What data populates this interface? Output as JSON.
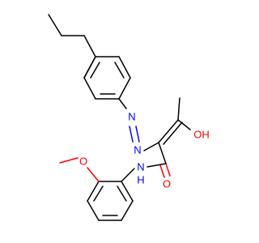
{
  "molecule": {
    "atoms": {
      "azo_n1": {
        "symbol": "N",
        "color": "#0000ff"
      },
      "azo_n2": {
        "symbol": "N",
        "color": "#0000ff"
      },
      "hydroxyl_o": {
        "symbol": "OH",
        "color": "#ff0000"
      },
      "amide_nh": {
        "symbol": "N",
        "h": "H",
        "color": "#0000ff"
      },
      "carbonyl_o": {
        "symbol": "O",
        "color": "#ff0000"
      },
      "methoxy_o": {
        "symbol": "O",
        "color": "#ff0000"
      }
    },
    "colors": {
      "carbon_bond": "#000000",
      "nitrogen": "#0000ff",
      "oxygen": "#ff0000",
      "background": "#ffffff"
    }
  }
}
